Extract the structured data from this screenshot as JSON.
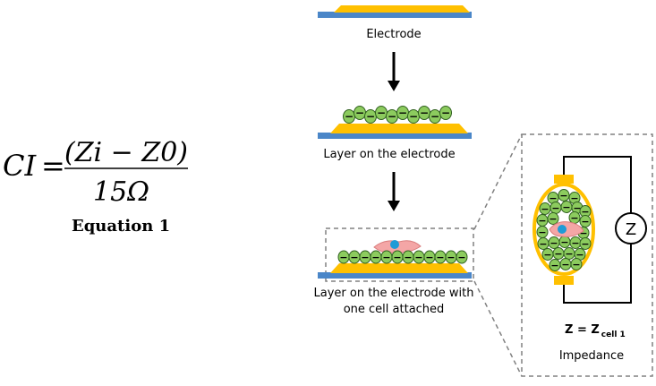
{
  "equation": {
    "lhs": "CI",
    "equals": "=",
    "numerator": "(Zi − Z0)",
    "denominator": "15Ω",
    "label": "Equation 1"
  },
  "steps": {
    "step1": {
      "label": "Electrode"
    },
    "step2": {
      "label": "Layer on the electrode"
    },
    "step3": {
      "label_line1": "Layer on the electrode with",
      "label_line2": "one cell attached"
    }
  },
  "inset": {
    "z_meter": "Z",
    "formula_main": "Z = Z",
    "formula_sub": "cell 1",
    "caption": "Impedance"
  },
  "cell_sign": "−",
  "colors": {
    "electrode_gold": "#FFC000",
    "substrate_blue": "#4A86C8",
    "cell_green": "#8CCB5E",
    "attached_cell": "#F4A6A6",
    "nucleus": "#1E9BD7",
    "dashed": "#808080"
  },
  "icons": [
    "down-arrow-icon",
    "impedance-meter-icon"
  ]
}
